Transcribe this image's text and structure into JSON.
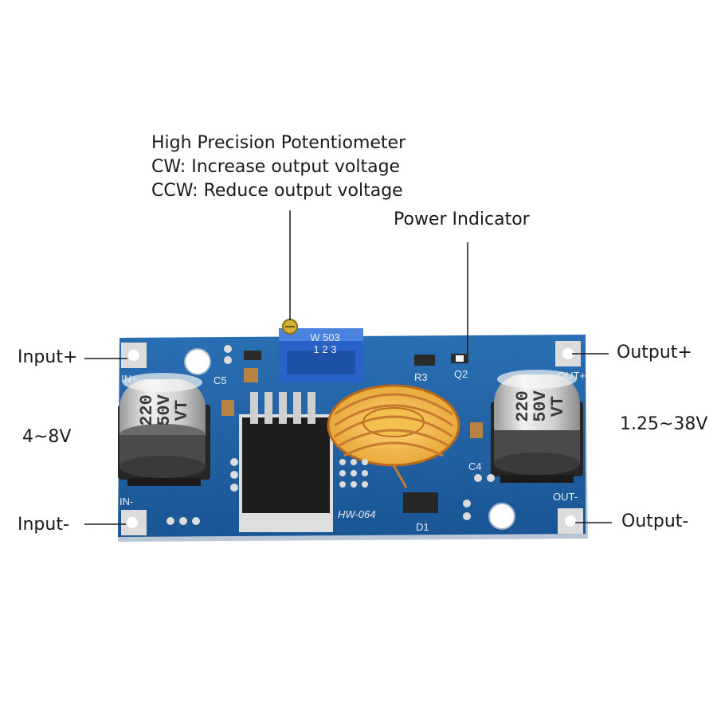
{
  "annotations": {
    "potentiometer": {
      "title": "High Precision Potentiometer",
      "cw": "CW: Increase output voltage",
      "ccw": "CCW: Reduce output voltage"
    },
    "power_indicator": "Power Indicator",
    "input_plus": "Input+",
    "input_minus": "Input-",
    "input_range": "4~8V",
    "output_plus": "Output+",
    "output_minus": "Output-",
    "output_range": "1.25~38V"
  },
  "board": {
    "model": "HW-064",
    "silkscreen": {
      "in_plus": "IN+",
      "in_minus": "IN-",
      "out_plus": "OUT+",
      "out_minus": "OUT-",
      "c5": "C5",
      "r3": "R3",
      "q2": "Q2",
      "c4": "C4",
      "d1": "D1"
    },
    "potentiometer_marking": [
      "W 503",
      "1 2 3"
    ],
    "capacitor_marking": {
      "value": "220",
      "voltage": "50V",
      "series": "VT"
    }
  },
  "colors": {
    "pcb": "#1f5f9e",
    "pcb_dark": "#17477a",
    "trimmer": "#2a63c7",
    "copper_wire": "#d98a3a",
    "capacitor_body": "#d8d8d8",
    "capacitor_base": "#2a2a2a",
    "pad": "#cfcfcf"
  }
}
